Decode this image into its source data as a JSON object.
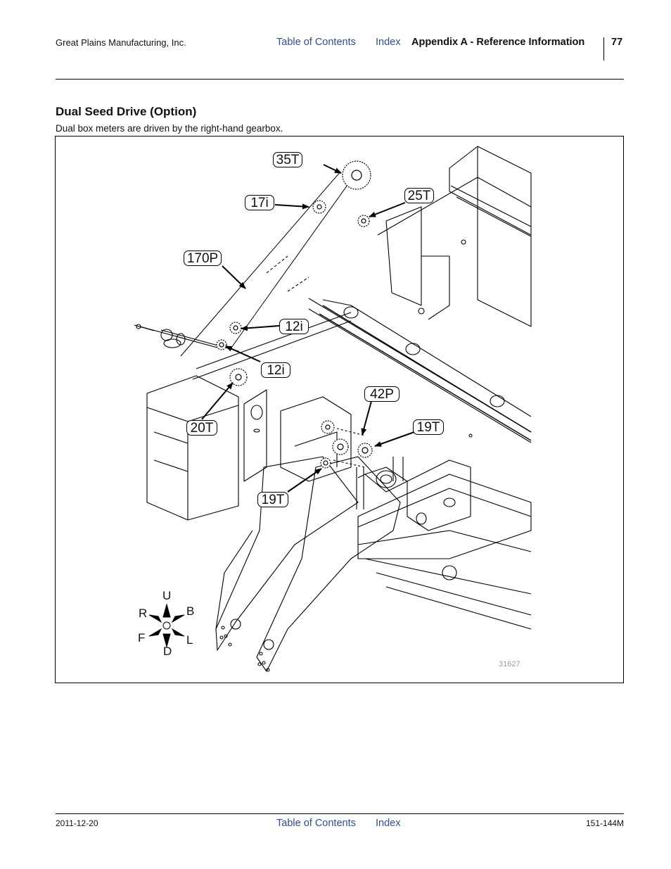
{
  "header": {
    "company": "Great Plains Manufacturing, Inc.",
    "toc_link": "Table of Contents",
    "index_link": "Index",
    "section": "Appendix A - Reference Information",
    "page_number": "77"
  },
  "section": {
    "title": "Dual Seed Drive (Option)",
    "description": "Dual box meters are driven by the right-hand gearbox."
  },
  "figure": {
    "callouts": {
      "c35T": "35T",
      "c17i": "17i",
      "c25T": "25T",
      "c170P": "170P",
      "c12i_a": "12i",
      "c12i_b": "12i",
      "c42P": "42P",
      "c20T": "20T",
      "c19T_a": "19T",
      "c19T_b": "19T"
    },
    "compass": {
      "up": "U",
      "down": "D",
      "right": "R",
      "back": "B",
      "front": "F",
      "left": "L"
    },
    "figure_id": "31627"
  },
  "footer": {
    "date": "2011-12-20",
    "toc_link": "Table of Contents",
    "index_link": "Index",
    "doc_number": "151-144M"
  }
}
